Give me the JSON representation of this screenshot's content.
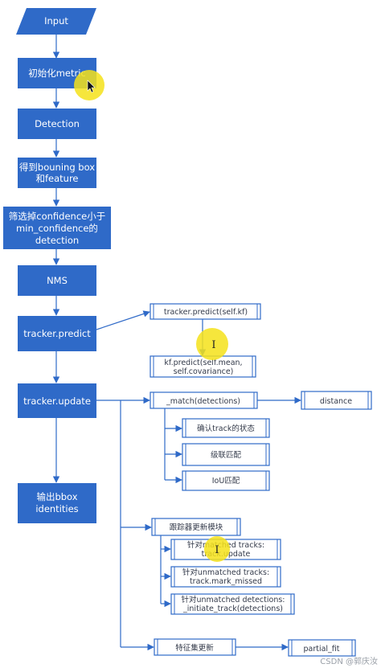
{
  "main_flow": {
    "input": "Input",
    "init_metric": "初始化metric",
    "detection": "Detection",
    "get_bbox": [
      "得到bouning box",
      "和feature"
    ],
    "filter": [
      "筛选掉confidence小于",
      "min_confidence的",
      "detection"
    ],
    "nms": "NMS",
    "tracker_predict": "tracker.predict",
    "tracker_update": "tracker.update",
    "output": [
      "输出bbox",
      "identities"
    ]
  },
  "predict_branch": {
    "tracker_predict_call": "tracker.predict(self.kf)",
    "kf_predict": [
      "kf.predict(self.mean,",
      "self.covariance)"
    ]
  },
  "update_branch": {
    "match": "_match(detections)",
    "distance": "distance",
    "confirm_state": "确认track的状态",
    "cascade_match": "级联匹配",
    "iou_match": "IoU匹配",
    "tracker_update_module": "跟踪器更新模块",
    "matched_tracks": [
      "针对matched tracks:",
      "track.update"
    ],
    "unmatched_tracks": [
      "针对unmatched tracks:",
      "track.mark_missed"
    ],
    "unmatched_detections": [
      "针对unmatched detections:",
      "_initiate_track(detections)"
    ],
    "feature_set_update": "特征集更新",
    "partial_fit": "partial_fit"
  },
  "watermark": "CSDN @郭庆汝",
  "colors": {
    "primary": "#2f6ac8",
    "highlight": "#f4e21a",
    "sub_text": "#333a4a"
  }
}
